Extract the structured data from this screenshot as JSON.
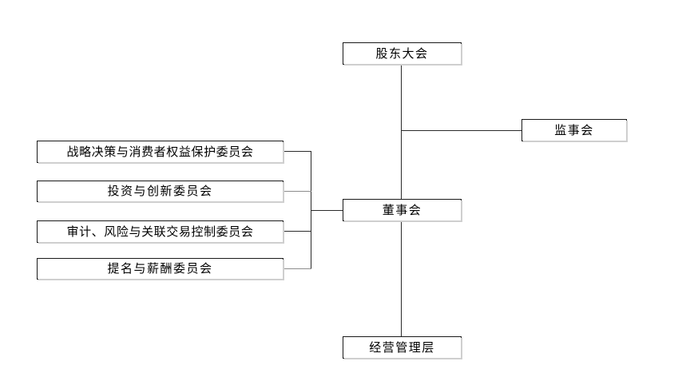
{
  "diagram": {
    "type": "organization-chart",
    "title": "",
    "line_color": "#2b2b2b",
    "box_border_color": "#1a1a1a",
    "background": "#ffffff",
    "nodes": {
      "shareholders_meeting": "股东大会",
      "board_of_supervisors": "监事会",
      "board_of_directors": "董事会",
      "management": "经营管理层"
    },
    "committees": [
      {
        "label": "战略决策与消费者权益保护委员会"
      },
      {
        "label": "投资与创新委员会"
      },
      {
        "label": "审计、风险与关联交易控制委员会"
      },
      {
        "label": "提名与薪酬委员会"
      }
    ],
    "edges": [
      {
        "from": "股东大会",
        "to": "董事会"
      },
      {
        "from": "股东大会",
        "to": "监事会"
      },
      {
        "from": "董事会",
        "to": "经营管理层"
      },
      {
        "from": "战略决策与消费者权益保护委员会",
        "to": "董事会"
      },
      {
        "from": "投资与创新委员会",
        "to": "董事会"
      },
      {
        "from": "审计、风险与关联交易控制委员会",
        "to": "董事会"
      },
      {
        "from": "提名与薪酬委员会",
        "to": "董事会"
      }
    ]
  }
}
